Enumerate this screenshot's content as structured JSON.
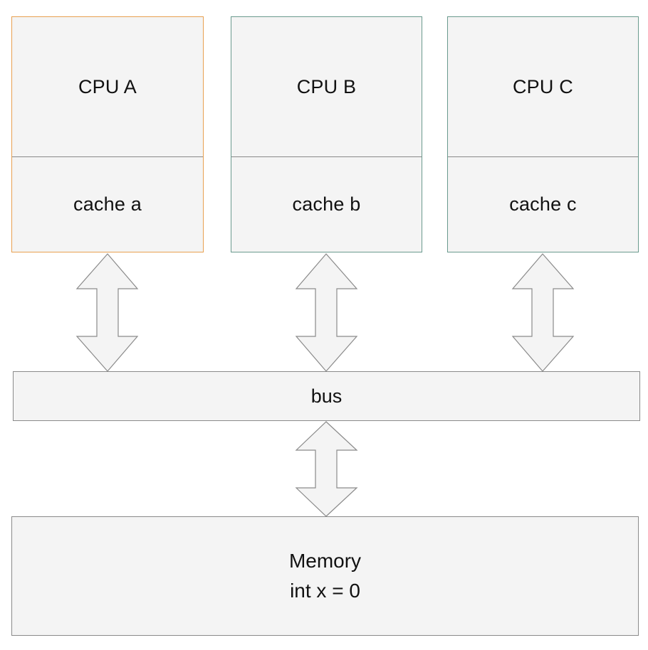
{
  "cpus": [
    {
      "name": "CPU A",
      "cache": "cache a",
      "border_color": "#e8a050"
    },
    {
      "name": "CPU B",
      "cache": "cache b",
      "border_color": "#6a9a8e"
    },
    {
      "name": "CPU C",
      "cache": "cache c",
      "border_color": "#6a9a8e"
    }
  ],
  "bus": {
    "label": "bus"
  },
  "memory": {
    "label": "Memory",
    "value": "int x = 0"
  },
  "colors": {
    "box_fill": "#f4f4f4",
    "box_border": "#8a8a8a"
  }
}
